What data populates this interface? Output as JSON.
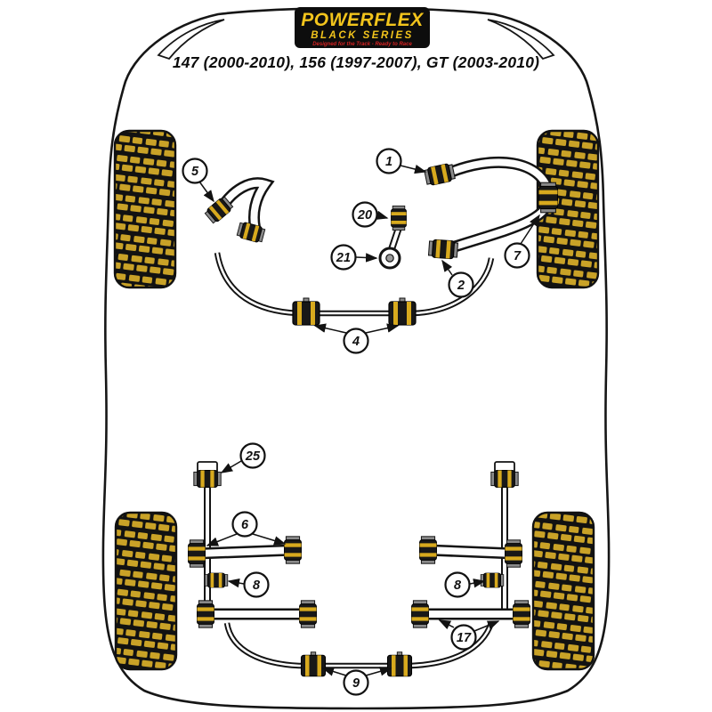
{
  "logo": {
    "brand": "POWERFLEX",
    "series": "BLACK SERIES",
    "tagline": "Designed for the Track - Ready to Race"
  },
  "title": "147 (2000-2010), 156 (1997-2007), GT (2003-2010)",
  "vehicle_models": [
    "147 (2000-2010)",
    "156 (1997-2007)",
    "GT (2003-2010)"
  ],
  "colors": {
    "logo_yellow": "#f2c41c",
    "tread_yellow": "#c9a227",
    "tagline_red": "#d42222",
    "line_black": "#131313",
    "background": "#ffffff"
  },
  "callouts": {
    "c1": "1",
    "c2": "2",
    "c4": "4",
    "c5": "5",
    "c6": "6",
    "c7": "7",
    "c8a": "8",
    "c8b": "8",
    "c9": "9",
    "c17": "17",
    "c20": "20",
    "c21": "21",
    "c25": "25"
  }
}
